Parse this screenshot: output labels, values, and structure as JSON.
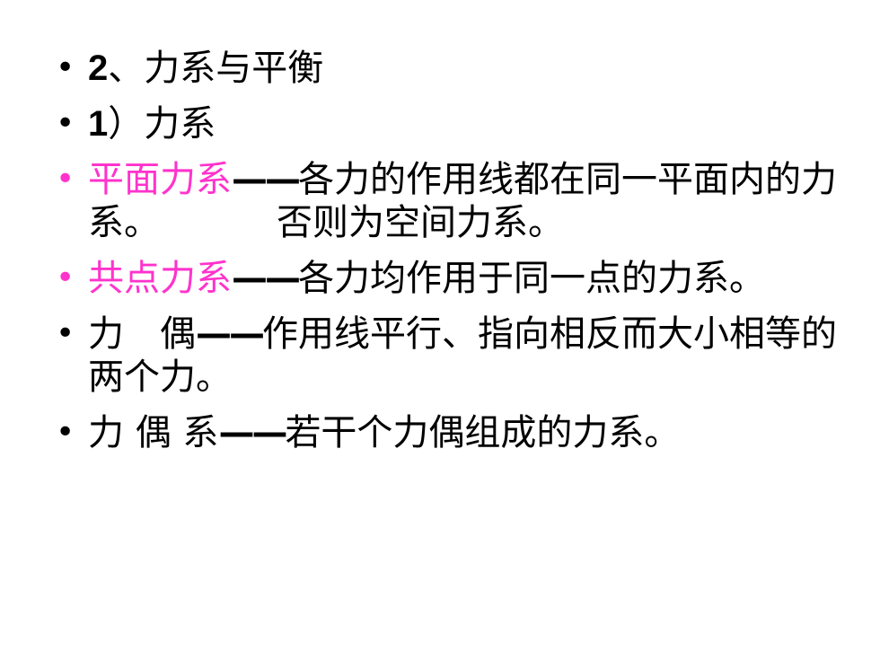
{
  "bullets": [
    {
      "num": "2",
      "text": "、力系与平衡"
    },
    {
      "num": "1",
      "text": "）力系"
    },
    {
      "term": "平面力系",
      "dash": "——",
      "def": "各力的作用线都在同一平面内的力系。",
      "extra": "否则为空间力系。"
    },
    {
      "term": "共点力系",
      "dash": "——",
      "def": "各力均作用于同一点的力系。"
    },
    {
      "term": "力　偶",
      "dash": "——",
      "def": "作用线平行、指向相反而大小相等的两个力。"
    },
    {
      "term": "力 偶 系",
      "dash": "——",
      "def": "若干个力偶组成的力系。"
    }
  ],
  "bullet_glyph": "•",
  "colors": {
    "accent": "#ff33cc",
    "text": "#000000",
    "background": "#ffffff"
  }
}
